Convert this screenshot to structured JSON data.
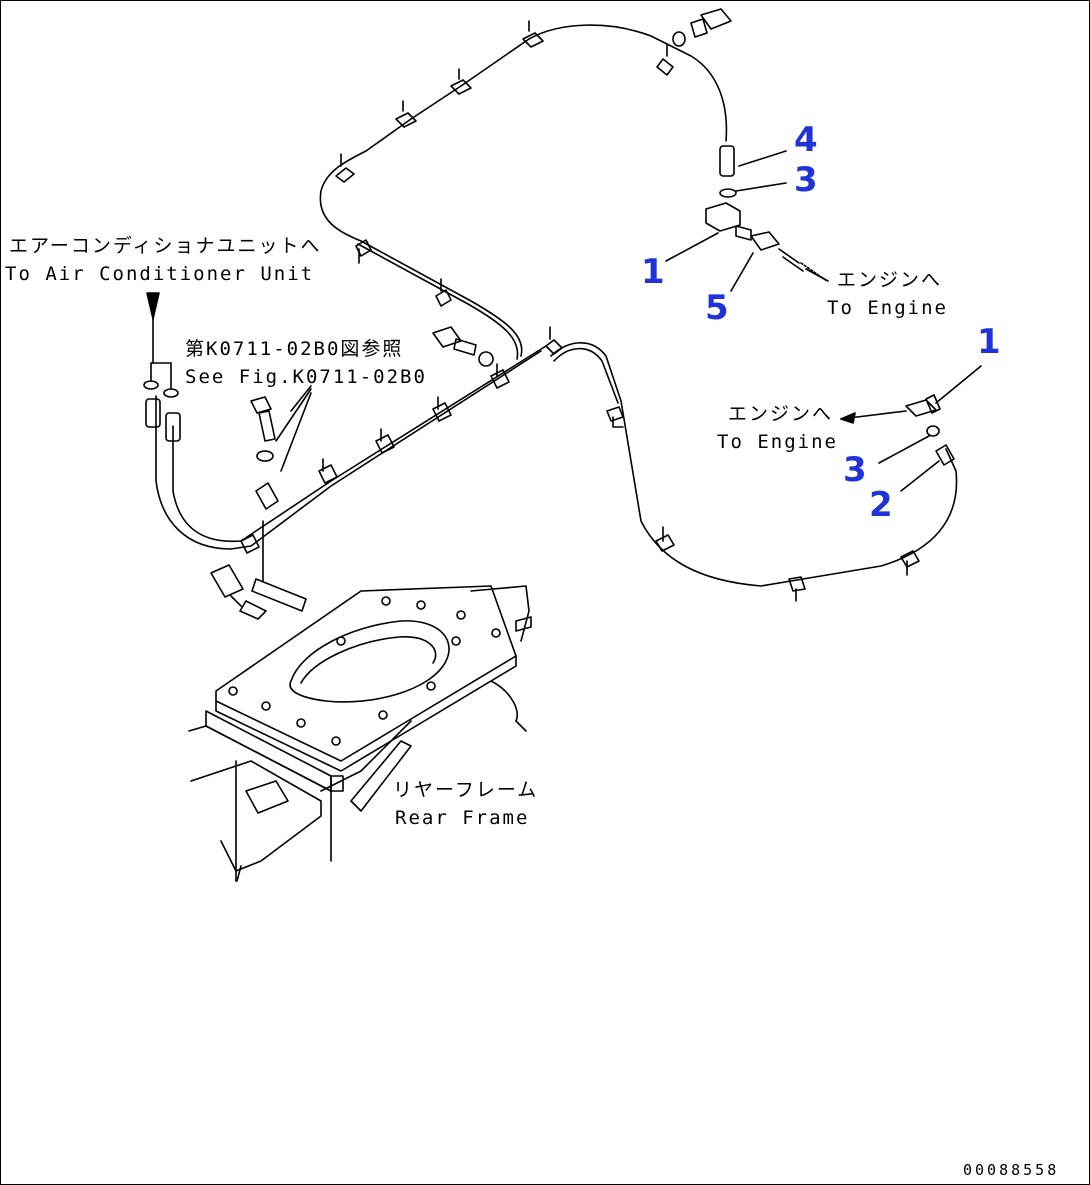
{
  "colors": {
    "line": "#000000",
    "callout": "#1f33d6",
    "background": "#ffffff"
  },
  "labels": {
    "air_conditioner_jp": "エアーコンディショナユニットへ",
    "air_conditioner_en": "To Air Conditioner Unit",
    "see_fig_jp": "第K0711-02B0図参照",
    "see_fig_en": "See Fig.K0711-02B0",
    "engine_upper_jp": "エンジンへ",
    "engine_upper_en": "To Engine",
    "engine_lower_jp": "エンジンへ",
    "engine_lower_en": "To Engine",
    "rear_frame_jp": "リヤーフレーム",
    "rear_frame_en": "Rear Frame"
  },
  "callouts": [
    {
      "id": "c4",
      "text": "4"
    },
    {
      "id": "c3a",
      "text": "3"
    },
    {
      "id": "c1a",
      "text": "1"
    },
    {
      "id": "c5",
      "text": "5"
    },
    {
      "id": "c1b",
      "text": "1"
    },
    {
      "id": "c3b",
      "text": "3"
    },
    {
      "id": "c2",
      "text": "2"
    }
  ],
  "drawing_code": "00088558"
}
